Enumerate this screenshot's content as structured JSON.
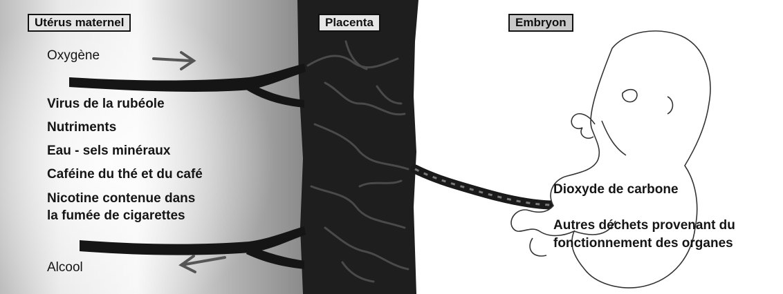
{
  "headers": {
    "uterus": "Utérus maternel",
    "placenta": "Placenta",
    "embryo": "Embryon"
  },
  "mother_side": {
    "in_top": "Oxygène",
    "substances": [
      "Virus de la rubéole",
      "Nutriments",
      "Eau - sels minéraux",
      "Caféine du thé et du café",
      "Nicotine contenue dans",
      "la fumée de cigarettes"
    ],
    "in_bottom": "Alcool"
  },
  "embryo_side": {
    "waste_1": "Dioxyde de carbone",
    "waste_2_line1": "Autres déchets provenant du",
    "waste_2_line2": "fonctionnement des organes"
  },
  "colors": {
    "placenta": "#1e1e1e",
    "uterus_shade": "#9a9a9a",
    "header_bg": "#e6e6e6",
    "ink": "#151515"
  }
}
